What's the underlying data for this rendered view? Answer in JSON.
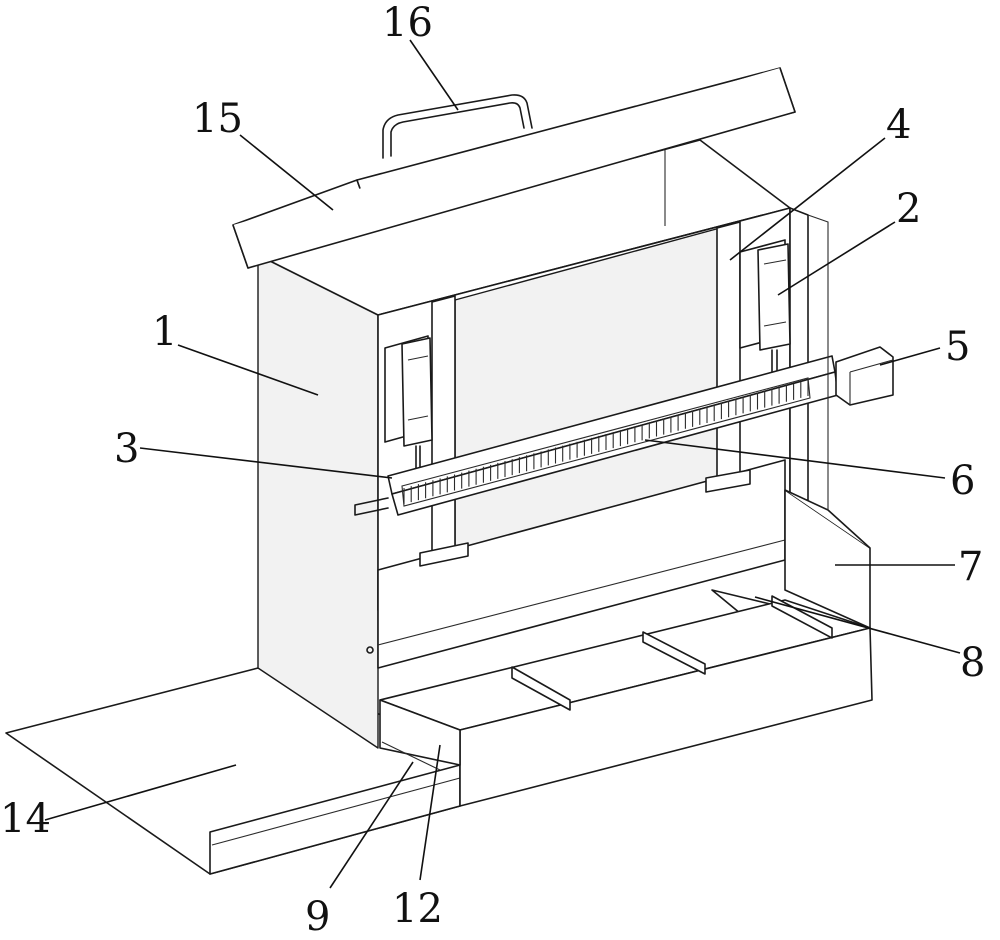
{
  "figure": {
    "labels": [
      {
        "id": "1",
        "text": "1"
      },
      {
        "id": "2",
        "text": "2"
      },
      {
        "id": "3",
        "text": "3"
      },
      {
        "id": "4",
        "text": "4"
      },
      {
        "id": "5",
        "text": "5"
      },
      {
        "id": "6",
        "text": "6"
      },
      {
        "id": "7",
        "text": "7"
      },
      {
        "id": "8",
        "text": "8"
      },
      {
        "id": "9",
        "text": "9"
      },
      {
        "id": "12",
        "text": "12"
      },
      {
        "id": "14",
        "text": "14"
      },
      {
        "id": "15",
        "text": "15"
      },
      {
        "id": "16",
        "text": "16"
      }
    ]
  }
}
